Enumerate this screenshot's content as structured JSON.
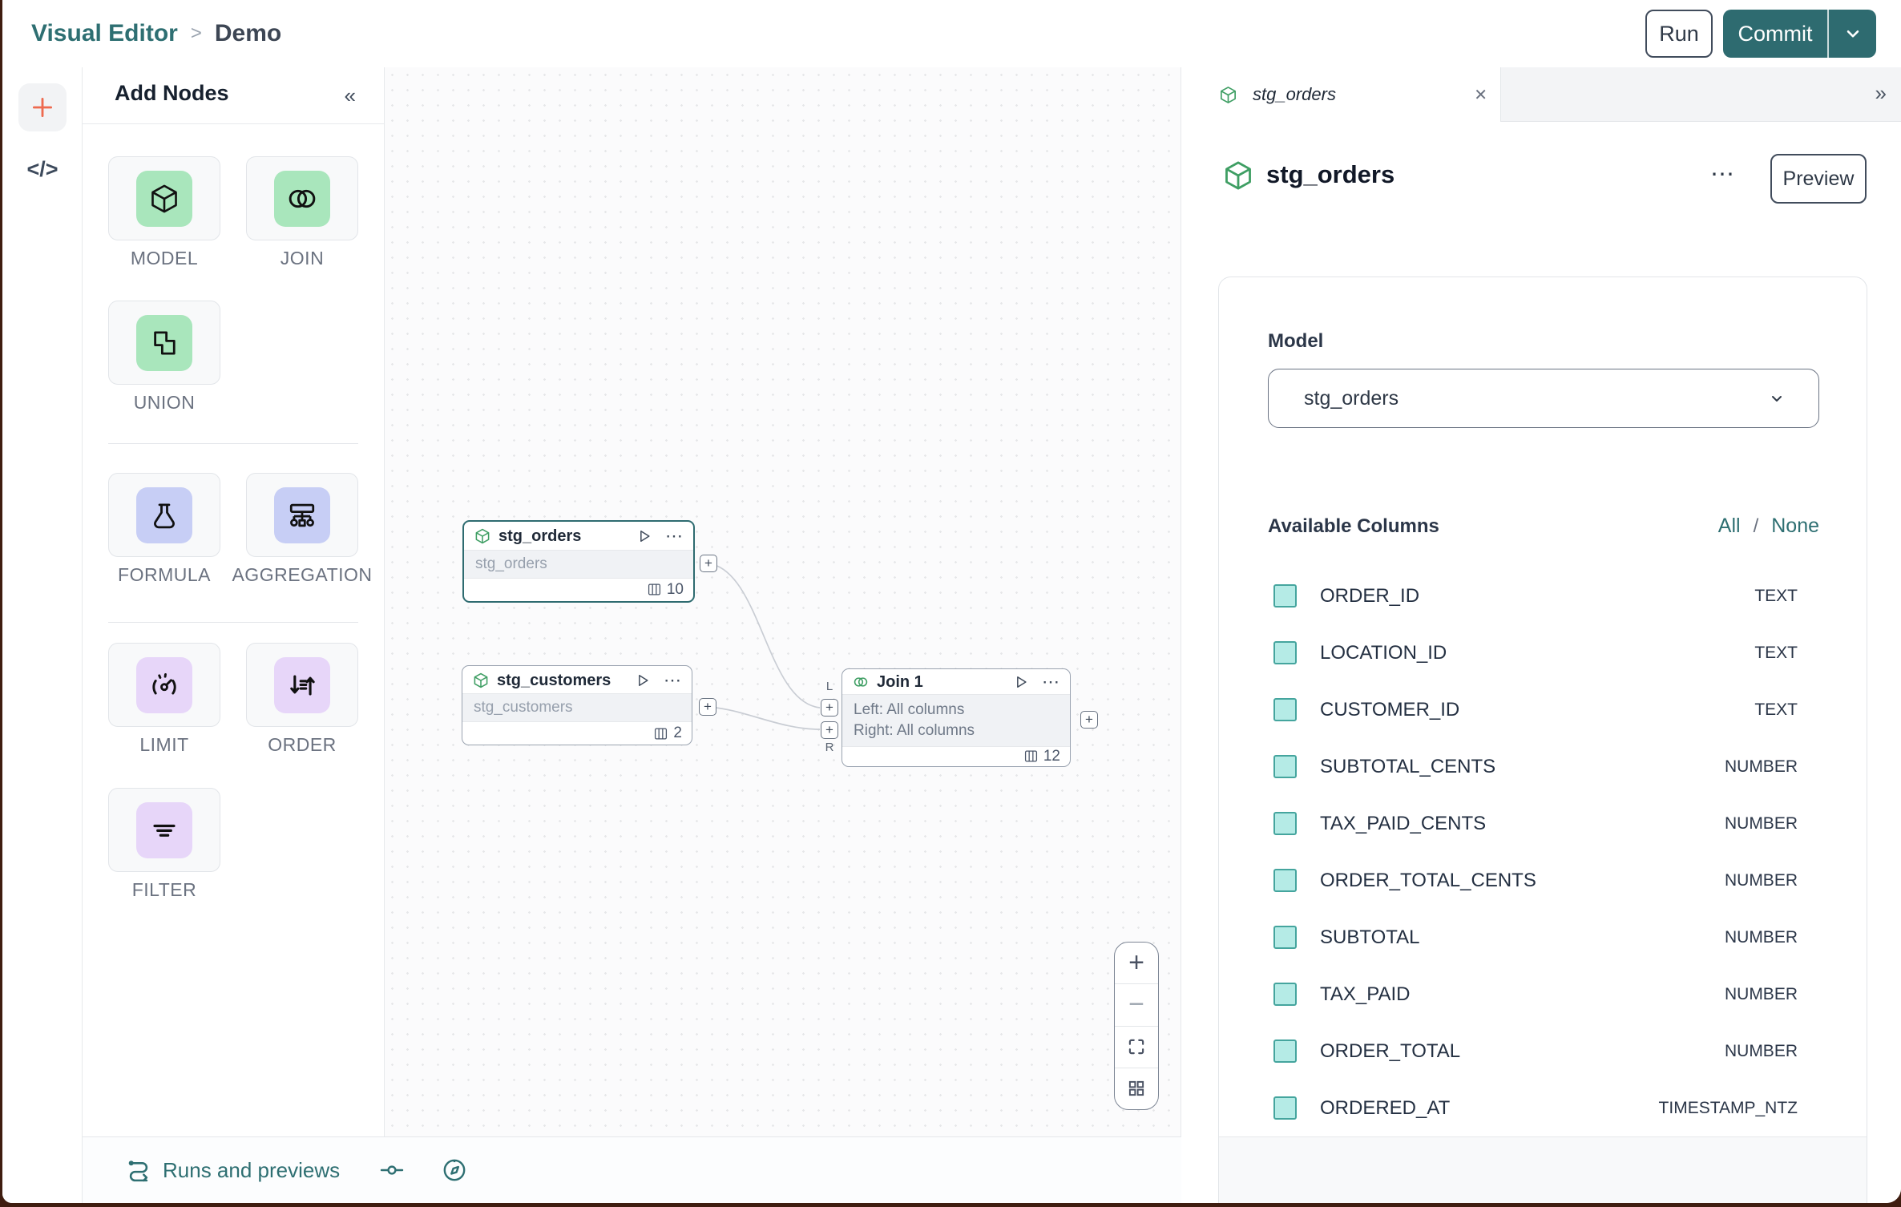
{
  "colors": {
    "accent_teal": "#2E6B70",
    "green_icon_bg": "#A9E6BC",
    "green_stroke": "#3E9E63",
    "periwinkle_icon_bg": "#C7CEF5",
    "lavender_icon_bg": "#E7D6F9",
    "checkbox_fill": "#B5EBE6",
    "checkbox_border": "#45A59E",
    "coral_plus": "#EE6A4F"
  },
  "glyphs": {
    "plus": "+",
    "minus": "−",
    "collapse": "«",
    "expand": "»",
    "close": "✕",
    "ellipsis": "⋯",
    "code": "</>"
  },
  "header": {
    "breadcrumb_root": "Visual Editor",
    "breadcrumb_sep": ">",
    "breadcrumb_current": "Demo",
    "run_label": "Run",
    "commit_label": "Commit"
  },
  "add_nodes": {
    "title": "Add Nodes",
    "items": {
      "model": "MODEL",
      "join": "JOIN",
      "union": "UNION",
      "formula": "FORMULA",
      "aggregation": "AGGREGATION",
      "limit": "LIMIT",
      "order": "ORDER",
      "filter": "FILTER"
    }
  },
  "canvas": {
    "nodes": [
      {
        "title": "stg_orders",
        "subtitle": "stg_orders",
        "column_count": "10"
      },
      {
        "title": "stg_customers",
        "subtitle": "stg_customers",
        "column_count": "2"
      },
      {
        "title": "Join 1",
        "line1": "Left: All columns",
        "line2": "Right: All columns",
        "column_count": "12",
        "port_left_label": "L",
        "port_right_label": "R"
      }
    ]
  },
  "panel": {
    "tab_title": "stg_orders",
    "title": "stg_orders",
    "preview_label": "Preview",
    "model_label": "Model",
    "model_value": "stg_orders",
    "available_columns_label": "Available Columns",
    "select_all_label": "All",
    "select_separator": "/",
    "select_none_label": "None",
    "columns": [
      {
        "name": "ORDER_ID",
        "type": "TEXT"
      },
      {
        "name": "LOCATION_ID",
        "type": "TEXT"
      },
      {
        "name": "CUSTOMER_ID",
        "type": "TEXT"
      },
      {
        "name": "SUBTOTAL_CENTS",
        "type": "NUMBER"
      },
      {
        "name": "TAX_PAID_CENTS",
        "type": "NUMBER"
      },
      {
        "name": "ORDER_TOTAL_CENTS",
        "type": "NUMBER"
      },
      {
        "name": "SUBTOTAL",
        "type": "NUMBER"
      },
      {
        "name": "TAX_PAID",
        "type": "NUMBER"
      },
      {
        "name": "ORDER_TOTAL",
        "type": "NUMBER"
      },
      {
        "name": "ORDERED_AT",
        "type": "TIMESTAMP_NTZ"
      }
    ]
  },
  "bottom_bar": {
    "runs_label": "Runs and previews"
  }
}
